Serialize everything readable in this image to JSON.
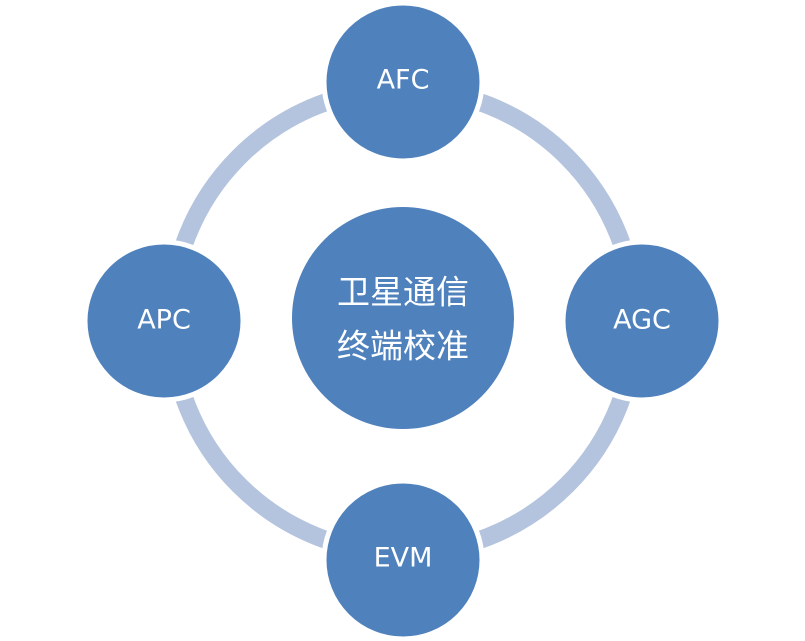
{
  "colors": {
    "node_fill": "#4f81bd",
    "node_stroke": "#ffffff",
    "ring": "#b4c4de"
  },
  "center": {
    "line1": "卫星通信",
    "line2": "终端校准"
  },
  "nodes": {
    "top": "AFC",
    "right": "AGC",
    "bottom": "EVM",
    "left": "APC"
  }
}
